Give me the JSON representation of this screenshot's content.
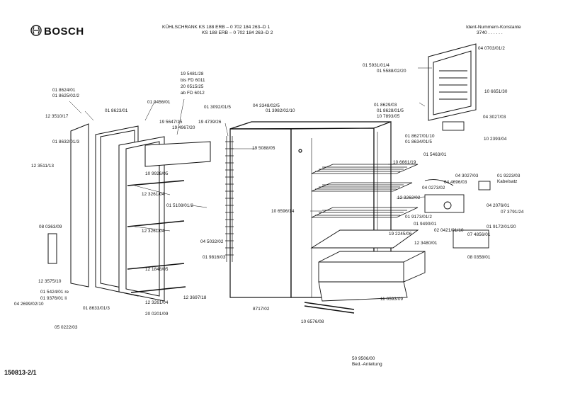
{
  "brand": "BOSCH",
  "header": {
    "line1": "KÜHLSCHRANK  KS 188 ERB – 0 702 184 263–D 1",
    "line2": "KS 188 ERB – 0 702 184 263–D 2",
    "ident_title": "Ident-Nummern-Konstante",
    "ident_value": "3740  . .  . . . ."
  },
  "variants": [
    "19 5481/28",
    "bis FD 6011",
    "20 0515/25",
    "ab FD 6012"
  ],
  "labels": [
    "01  8624/01",
    "01  8625/02/2",
    "01  8623/01",
    "01  9456/01",
    "12 3510/17",
    "19  5647/15",
    "19  4967/20",
    "19  4739/26",
    "01  3092/01/5",
    "04  3348/02/5",
    "01  3982/02/10",
    "01  8632/01/3",
    "12 3511/13",
    "10 9926/05",
    "12 3261/04",
    "01  5108/01/2",
    "12 3261/04",
    "08 0363/09",
    "04 5032/02",
    "01 9816/03",
    "12 1848/05",
    "12 3575/10",
    "01  5424/01 re",
    "01  9376/01 li",
    "04  2699/02/10",
    "01  8633/01/3",
    "12 3261/04",
    "12 3697/18",
    "20 0201/09",
    "05 0222/03",
    "19  5088/05",
    "10  6596/14",
    "12 3262/02",
    "19  2245/06",
    "12 3480/01",
    "11 0593/09",
    "8717/02",
    "10  6576/08",
    "01  5931/01/4",
    "01  5588/02/20",
    "04  0703/01/2",
    "10  6651/30",
    "01  8629/03",
    "01  8628/01/5",
    "10  7893/05",
    "04  3027/03",
    "01  8627/01/10",
    "01  8634/01/5",
    "10  2393/04",
    "01  5463/01",
    "10  6661/19",
    "04  3027/03",
    "01  9223/03",
    "04 4696/03",
    "Kabelsatz",
    "04  0273/02",
    "04  2076/01",
    "07  3791/24",
    "01  9173/01/2",
    "01 9490/01",
    "02  0421/01/10",
    "01  9172/01/20",
    "07  4856/01",
    "08 0358/01"
  ],
  "footer": {
    "code": "50 9506/00",
    "text": "Bed.-Anleitung"
  },
  "doc_id": "150813-2/1"
}
